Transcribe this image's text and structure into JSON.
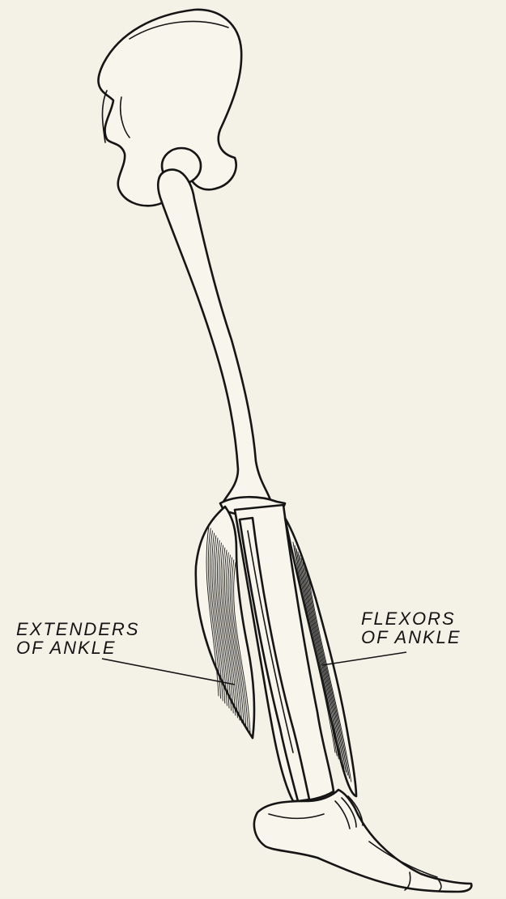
{
  "labels": {
    "extenders_line1": "EXTENDERS",
    "extenders_line2": "OF ANKLE",
    "flexors_line1": "FLEXORS",
    "flexors_line2": "OF ANKLE"
  },
  "colors": {
    "paper": "#f4f1e7",
    "ink": "#151515"
  }
}
